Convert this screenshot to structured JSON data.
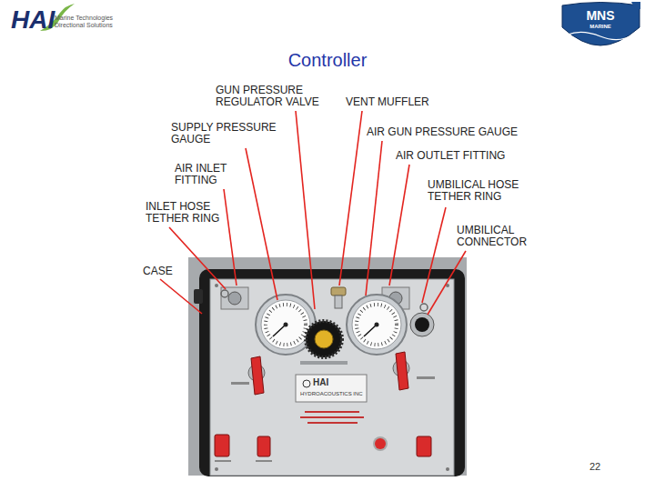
{
  "diagram": {
    "title": "Controller",
    "labels": [
      "HAI",
      "Marine Technologies Directional Solutions",
      "MNS",
      "MARINE",
      "GUN PRESSURE REGULATOR VALVE",
      "VENT MUFFLER",
      "SUPPLY PRESSURE GAUGE",
      "AIR GUN PRESSURE GAUGE",
      "AIR INLET FITTING",
      "AIR OUTLET FITTING",
      "UMBILICAL HOSE TETHER RING",
      "INLET HOSE TETHER RING",
      "UMBILICAL CONNECTOR",
      "CASE",
      "HAI",
      "HYDROACOUSTICS INC",
      "22"
    ]
  }
}
